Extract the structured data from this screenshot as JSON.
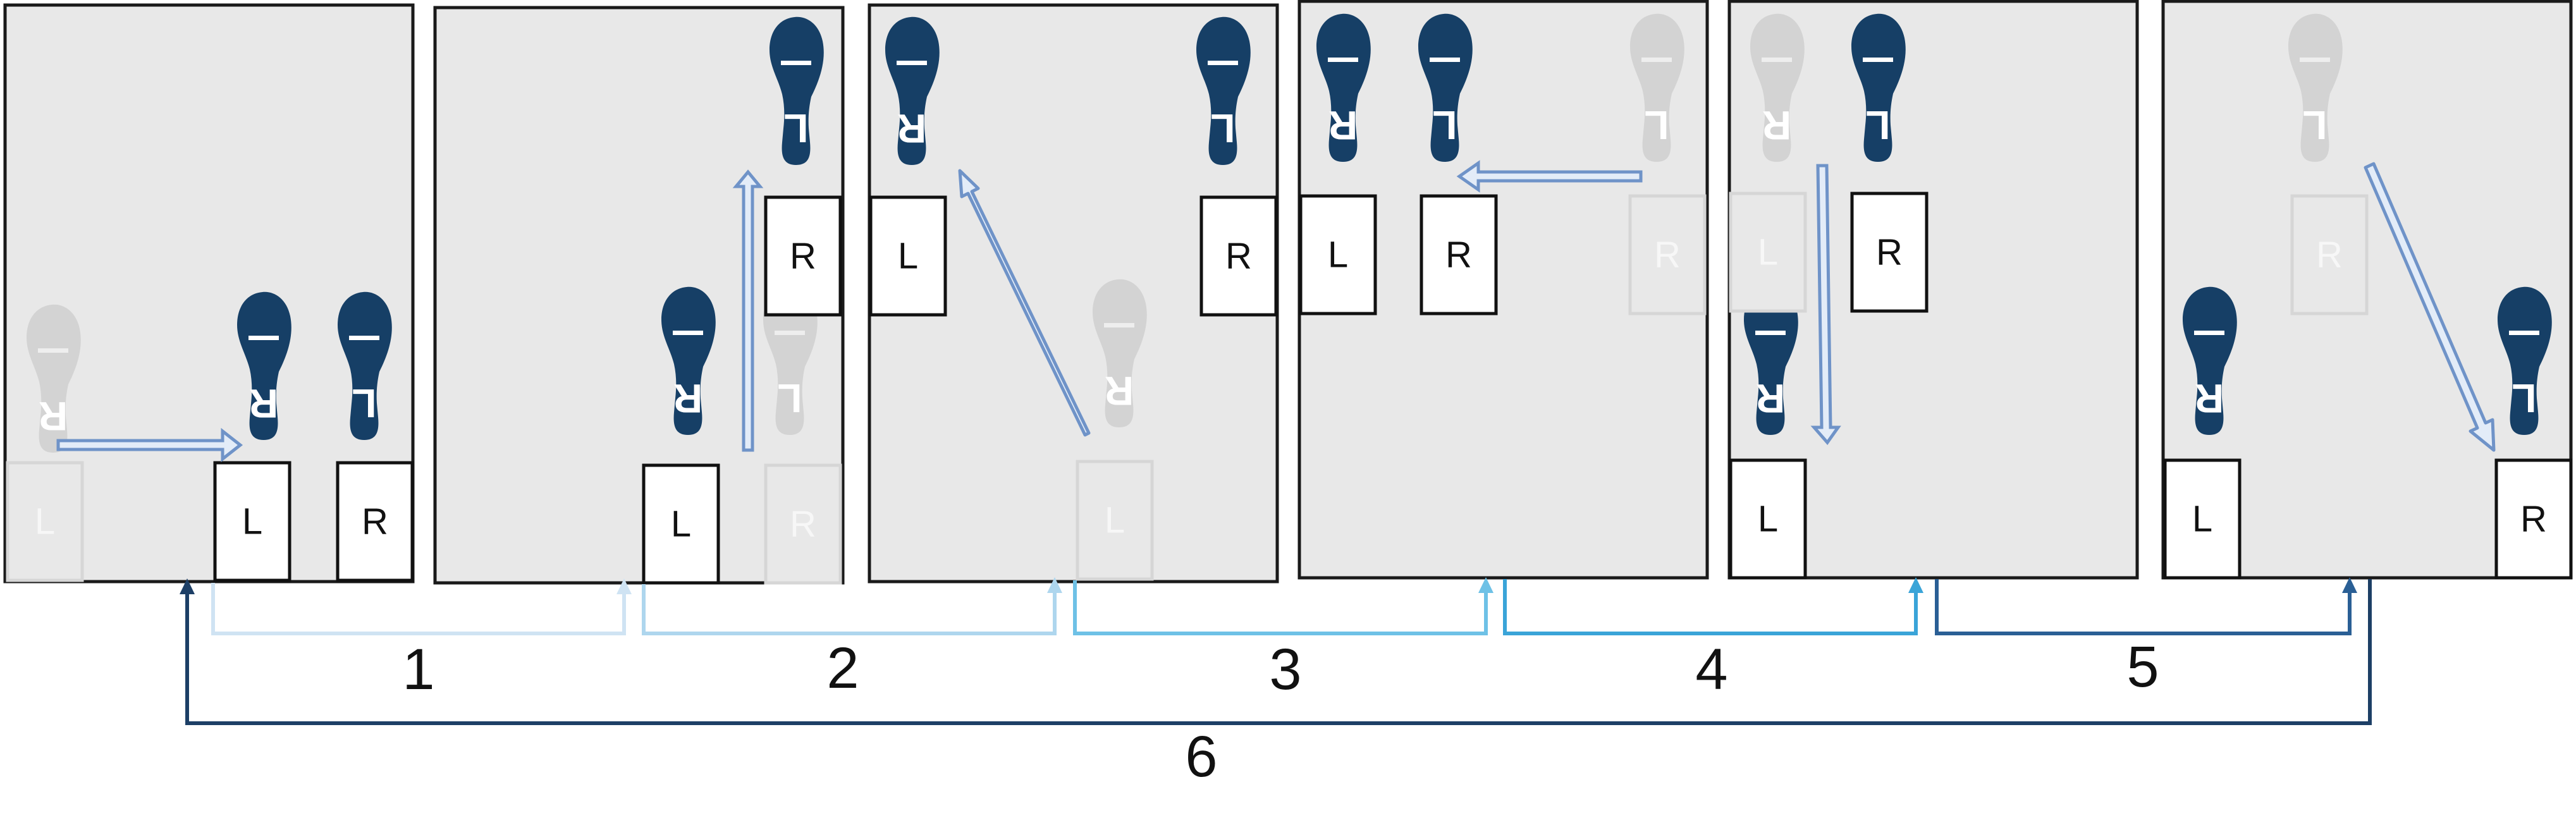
{
  "colors": {
    "panel_fill": "#e8e8e8",
    "panel_stroke": "#1a1a1a",
    "foot_active": "#163f66",
    "foot_ghost": "#d3d3d3",
    "box_active_fill": "#ffffff",
    "box_active_stroke": "#111111",
    "box_ghost_fill": "#e8e8e8",
    "box_ghost_stroke": "#d6d6d6",
    "move_arrow": "#6f93c8",
    "connectors": [
      "#cfe3f3",
      "#aed6ee",
      "#6ec1e6",
      "#3aa4d8",
      "#2a5f95",
      "#1d3f66"
    ]
  },
  "icons": [
    "shoe-footprint-icon",
    "double-arrow-icon"
  ],
  "steps": [
    {
      "label": "1"
    },
    {
      "label": "2"
    },
    {
      "label": "3"
    },
    {
      "label": "4"
    },
    {
      "label": "5"
    },
    {
      "label": "6"
    }
  ],
  "panels": [
    {
      "feet": [
        {
          "label": "R",
          "state": "ghost"
        },
        {
          "label": "R",
          "state": "active"
        },
        {
          "label": "L",
          "state": "active"
        }
      ],
      "boxes": [
        {
          "label": "L",
          "state": "ghost"
        },
        {
          "label": "L",
          "state": "active"
        },
        {
          "label": "R",
          "state": "active"
        }
      ]
    },
    {
      "feet": [
        {
          "label": "L",
          "state": "active"
        },
        {
          "label": "R",
          "state": "active"
        },
        {
          "label": "L",
          "state": "ghost"
        }
      ],
      "boxes": [
        {
          "label": "R",
          "state": "active"
        },
        {
          "label": "L",
          "state": "active"
        },
        {
          "label": "R",
          "state": "ghost"
        }
      ]
    },
    {
      "feet": [
        {
          "label": "R",
          "state": "active"
        },
        {
          "label": "L",
          "state": "active"
        },
        {
          "label": "R",
          "state": "ghost"
        }
      ],
      "boxes": [
        {
          "label": "L",
          "state": "active"
        },
        {
          "label": "R",
          "state": "active"
        },
        {
          "label": "L",
          "state": "ghost"
        }
      ]
    },
    {
      "feet": [
        {
          "label": "R",
          "state": "active"
        },
        {
          "label": "L",
          "state": "active"
        },
        {
          "label": "L",
          "state": "ghost"
        }
      ],
      "boxes": [
        {
          "label": "L",
          "state": "active"
        },
        {
          "label": "R",
          "state": "active"
        },
        {
          "label": "R",
          "state": "ghost"
        }
      ]
    },
    {
      "feet": [
        {
          "label": "R",
          "state": "ghost"
        },
        {
          "label": "L",
          "state": "active"
        },
        {
          "label": "R",
          "state": "active"
        }
      ],
      "boxes": [
        {
          "label": "L",
          "state": "ghost"
        },
        {
          "label": "R",
          "state": "active"
        },
        {
          "label": "L",
          "state": "active"
        }
      ]
    },
    {
      "feet": [
        {
          "label": "L",
          "state": "ghost"
        },
        {
          "label": "R",
          "state": "active"
        },
        {
          "label": "L",
          "state": "active"
        }
      ],
      "boxes": [
        {
          "label": "R",
          "state": "ghost"
        },
        {
          "label": "L",
          "state": "active"
        },
        {
          "label": "R",
          "state": "active"
        }
      ]
    }
  ]
}
